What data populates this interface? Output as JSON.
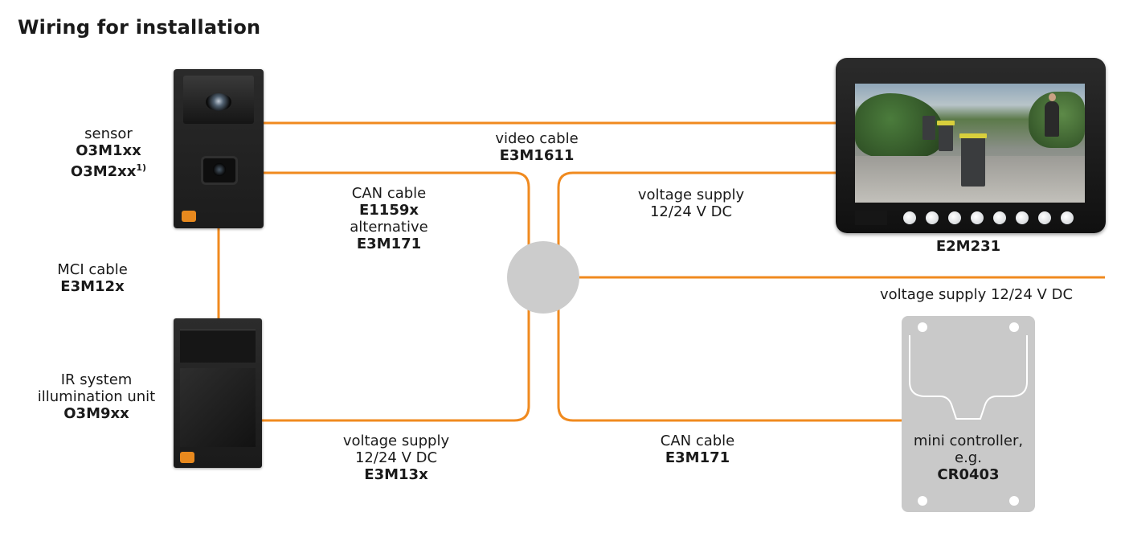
{
  "title": "Wiring for installation",
  "components": {
    "sensor": {
      "label": "sensor",
      "model1": "O3M1xx",
      "model2": "O3M2xx",
      "footnote": "1)"
    },
    "ir_unit": {
      "label_line1": "IR system",
      "label_line2": "illumination unit",
      "model": "O3M9xx"
    },
    "monitor": {
      "model": "E2M231"
    },
    "controller": {
      "label_line1": "mini controller,",
      "label_line2": "e.g.",
      "model": "CR0403"
    }
  },
  "cables": {
    "mci": {
      "label": "MCI cable",
      "model": "E3M12x"
    },
    "video": {
      "label": "video cable",
      "model": "E3M1611"
    },
    "can_sensor": {
      "label": "CAN cable",
      "model": "E1159x",
      "alt_label": "alternative",
      "alt_model": "E3M171"
    },
    "supply_ir": {
      "label_line1": "voltage supply",
      "label_line2": "12/24 V DC",
      "model": "E3M13x"
    },
    "supply_monitor": {
      "label_line1": "voltage supply",
      "label_line2": "12/24 V DC"
    },
    "supply_main": {
      "label": "voltage supply 12/24 V DC"
    },
    "can_controller": {
      "label": "CAN cable",
      "model": "E3M171"
    }
  },
  "colors": {
    "wire": "#f08a1f",
    "hub": "#cccccc",
    "controller": "#c9c9c9"
  }
}
